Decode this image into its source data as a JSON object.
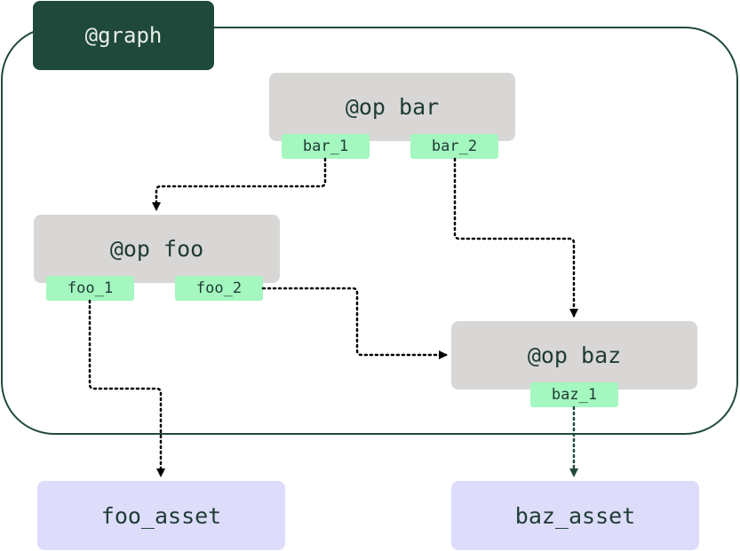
{
  "graph": {
    "label": "@graph"
  },
  "ops": {
    "bar": {
      "label": "@op bar",
      "outputs": [
        "bar_1",
        "bar_2"
      ]
    },
    "foo": {
      "label": "@op foo",
      "outputs": [
        "foo_1",
        "foo_2"
      ]
    },
    "baz": {
      "label": "@op baz",
      "outputs": [
        "baz_1"
      ]
    }
  },
  "assets": {
    "foo": "foo_asset",
    "baz": "baz_asset"
  },
  "colors": {
    "graph": "#1f4a3b",
    "op_fill": "#d8d7d5",
    "port_fill": "#a3f7bf",
    "asset_fill": "#dddcfb",
    "edge": "#000000",
    "edge_asset_baz": "#1f4a3b"
  }
}
